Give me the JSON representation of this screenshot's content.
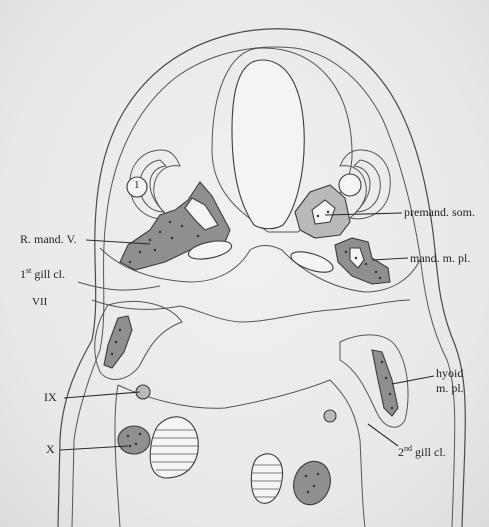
{
  "labels": {
    "r_mand_v": "R. mand. V.",
    "gill_cl_1_num": "1",
    "gill_cl_1_sup": "st",
    "gill_cl_1_rest": "gill cl.",
    "vii": "VII",
    "ix": "IX",
    "x": "X",
    "premand_som": "premand. som.",
    "mand_m_pl": "mand. m. pl.",
    "hyoid": "hyoid",
    "hyoid_m_pl": "m. pl.",
    "gill_cl_2_num": "2",
    "gill_cl_2_sup": "nd",
    "gill_cl_2_rest": "gill cl.",
    "eye_numeral": "1"
  },
  "colors": {
    "background": "#e9e9e7",
    "line": "#3c3c3c",
    "stipple_fill": "#8f8f8f"
  }
}
